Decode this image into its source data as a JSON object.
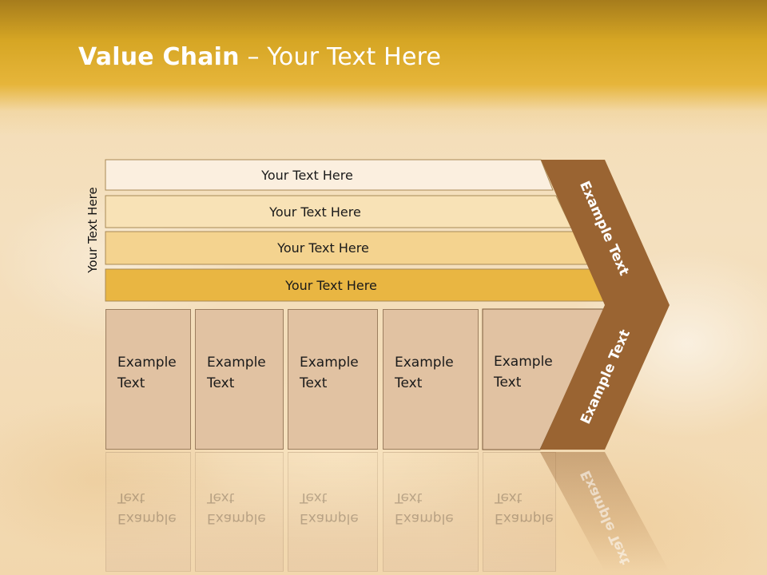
{
  "title": {
    "bold": "Value Chain",
    "rest": " – Your Text Here"
  },
  "side_label": "Your Text Here",
  "bands": [
    {
      "label": "Your Text Here",
      "color": "#fbefdf"
    },
    {
      "label": "Your Text Here",
      "color": "#f8e2b6"
    },
    {
      "label": "Your Text Here",
      "color": "#f4d38f"
    },
    {
      "label": "Your Text Here",
      "color": "#e9b642"
    }
  ],
  "boxes": [
    {
      "line1": "Example",
      "line2": "Text"
    },
    {
      "line1": "Example",
      "line2": "Text"
    },
    {
      "line1": "Example",
      "line2": "Text"
    },
    {
      "line1": "Example",
      "line2": "Text"
    },
    {
      "line1": "Example",
      "line2": "Text"
    }
  ],
  "chevron": {
    "upper_label": "Example Text",
    "lower_label": "Example Text",
    "color": "#9a6432"
  }
}
